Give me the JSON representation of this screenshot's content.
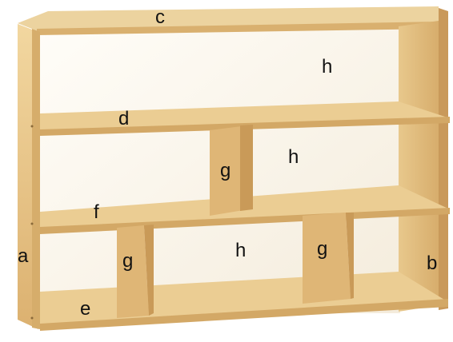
{
  "diagram": {
    "labels": {
      "a": "a",
      "b": "b",
      "c": "c",
      "d": "d",
      "e": "e",
      "f": "f",
      "g1": "g",
      "g2": "g",
      "g3": "g",
      "h1": "h",
      "h2": "h",
      "h3": "h"
    }
  },
  "colors": {
    "wood_light": "#efd39d",
    "wood_mid": "#e2bb7a",
    "wood_dark": "#c99a58",
    "back_panel": "#fbf7f0",
    "background": "#ffffff"
  }
}
